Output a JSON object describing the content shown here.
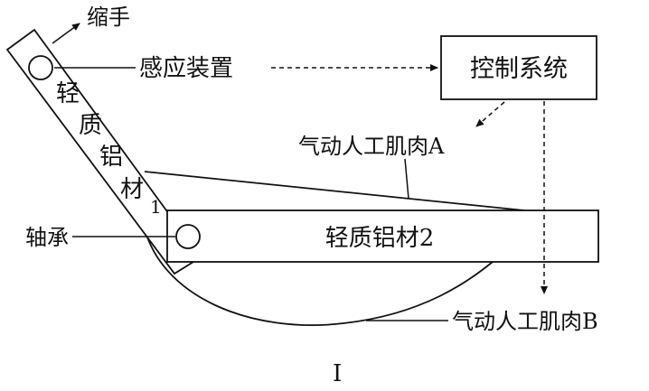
{
  "labels": {
    "retract": "缩手",
    "sensor": "感应装置",
    "control_system": "控制系统",
    "muscle_a": "气动人工肌肉A",
    "muscle_b": "气动人工肌肉B",
    "bearing": "轴承",
    "bar1_chars": [
      "轻",
      "质",
      "铝",
      "材",
      "1"
    ],
    "bar2": "轻质铝材2",
    "figure_number": "I"
  }
}
